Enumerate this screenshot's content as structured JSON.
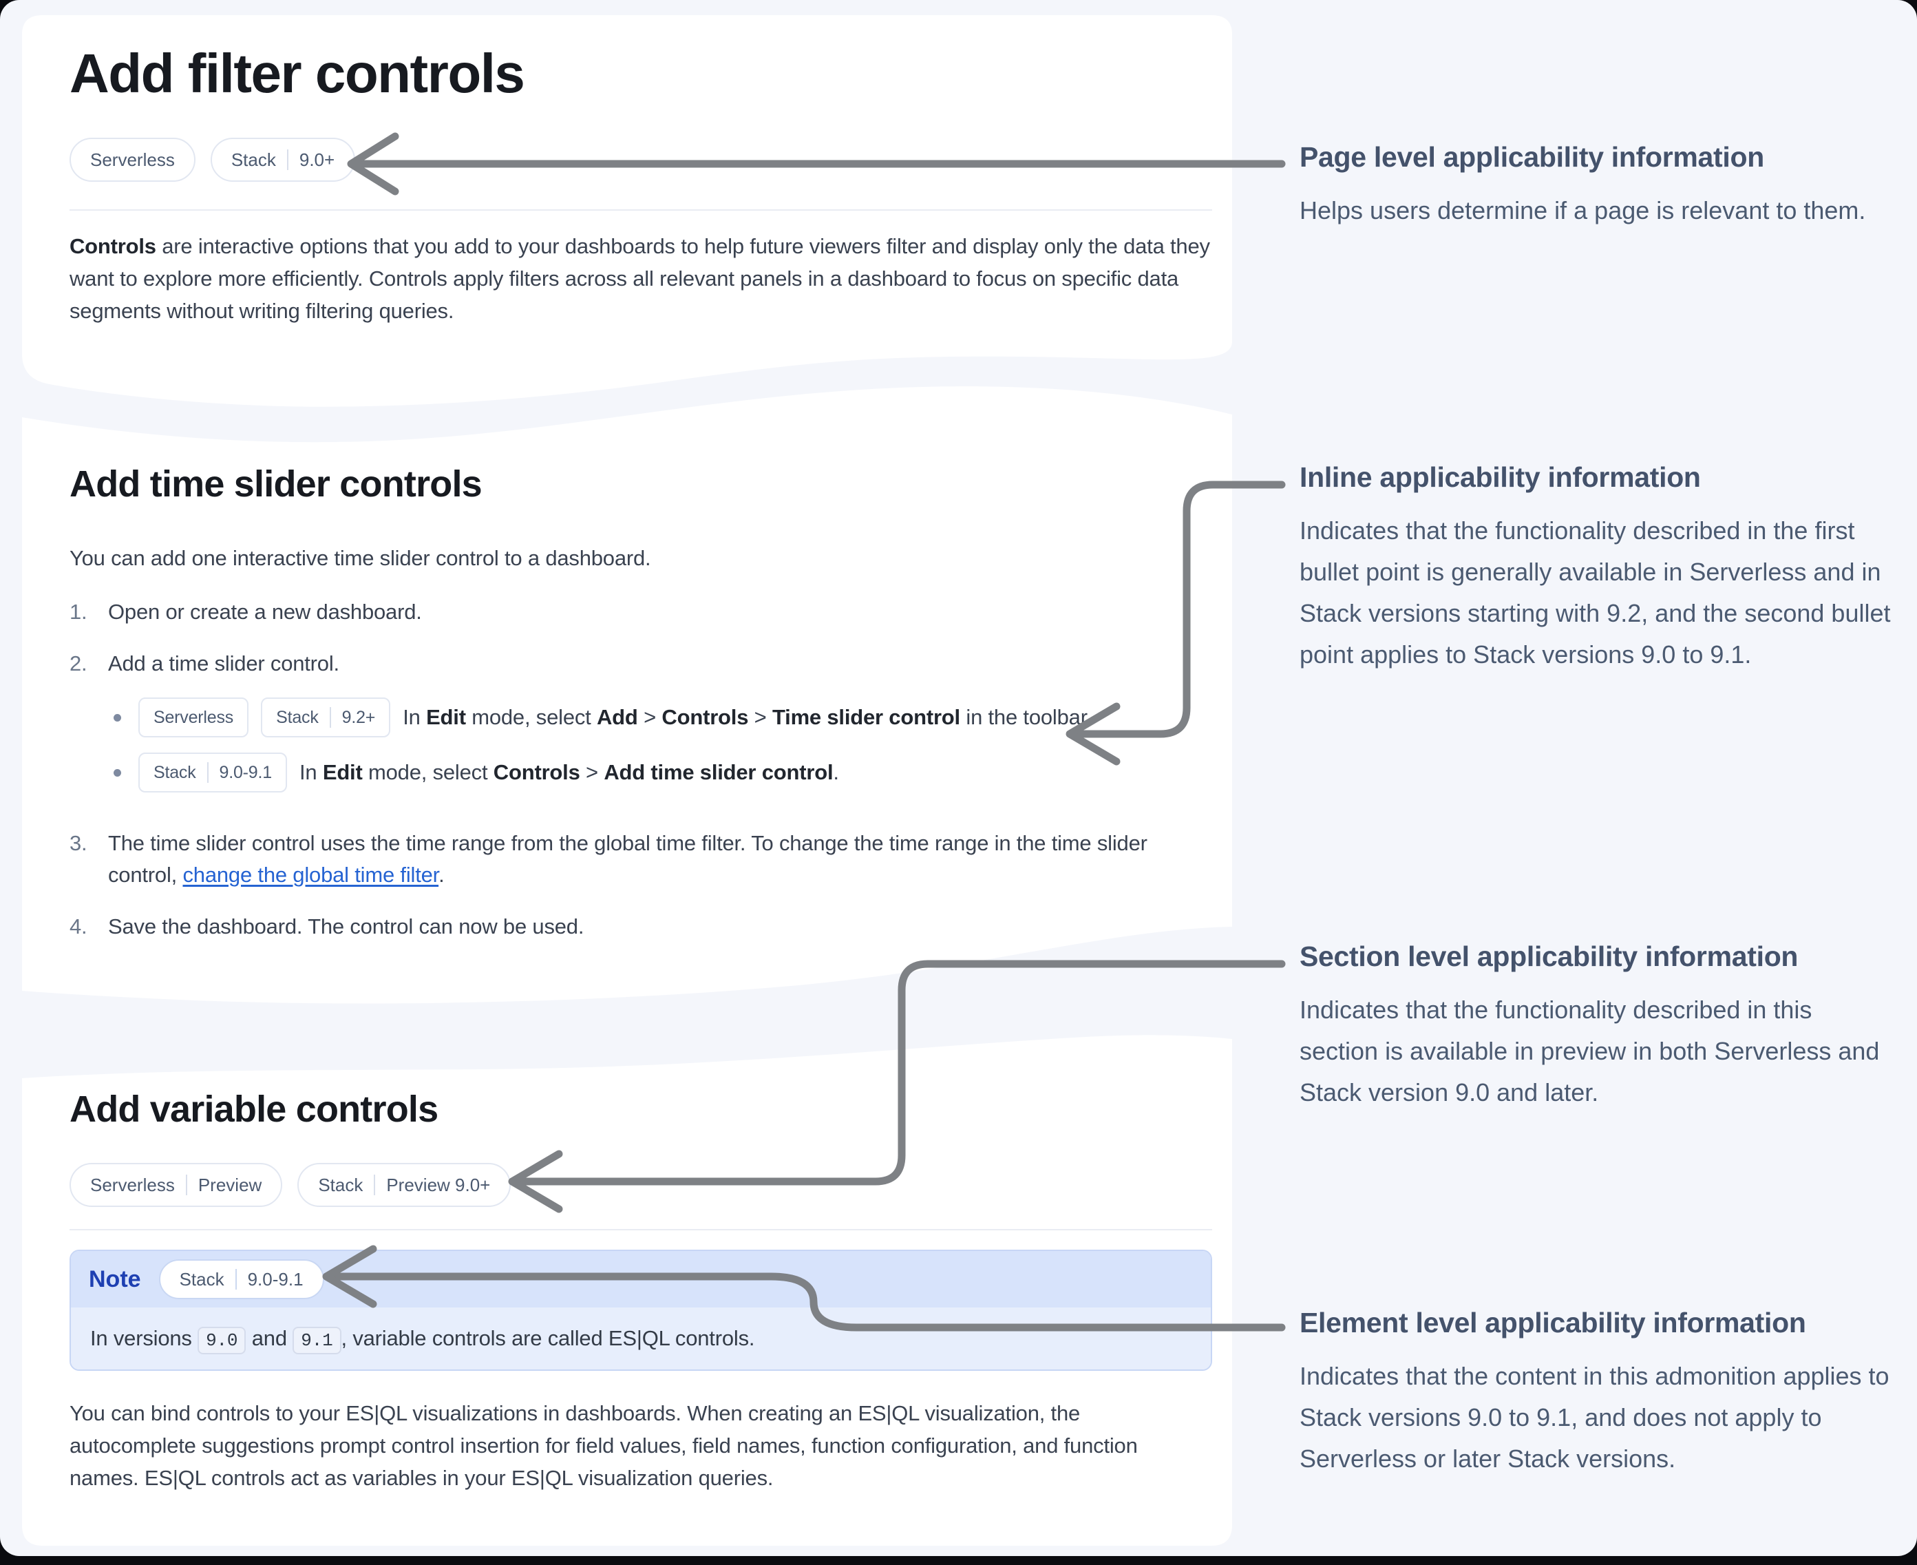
{
  "colors": {
    "page-bg": "#f4f6fb",
    "card-bg": "#ffffff",
    "title": "#171a20",
    "body-text": "#3a4250",
    "badge-text": "#4c5a70",
    "badge-border": "#e2e7f1",
    "link": "#2563d2",
    "note-header-bg": "#d7e3fb",
    "note-body-bg": "#e7eefc",
    "note-title": "#1e40b2",
    "ann-title": "#44526b",
    "ann-body": "#4b5a71",
    "arrow": "#7e8185"
  },
  "cards": {
    "filter": {
      "title": "Add filter controls",
      "badges": [
        [
          "Serverless"
        ],
        [
          "Stack",
          "9.0+"
        ]
      ],
      "paragraph": [
        {
          "b": true,
          "t": "Controls"
        },
        {
          "t": " are interactive options that you add to your dashboards to help future viewers filter and display only the data they want to explore more efficiently. Controls apply filters across all relevant panels in a dashboard to focus on specific data segments without writing filtering queries."
        }
      ]
    },
    "time_slider": {
      "title": "Add time slider controls",
      "intro": "You can add one interactive time slider control to a dashboard.",
      "steps": [
        {
          "num": "1.",
          "segments": [
            {
              "t": "Open or create a new dashboard."
            }
          ]
        },
        {
          "num": "2.",
          "segments": [
            {
              "t": "Add a time slider control."
            }
          ],
          "bullets": [
            {
              "badges": [
                [
                  "Serverless"
                ],
                [
                  "Stack",
                  "9.2+"
                ]
              ],
              "segments": [
                {
                  "t": "In "
                },
                {
                  "b": true,
                  "t": "Edit"
                },
                {
                  "t": " mode, select "
                },
                {
                  "b": true,
                  "t": "Add"
                },
                {
                  "t": " > "
                },
                {
                  "b": true,
                  "t": "Controls"
                },
                {
                  "t": " > "
                },
                {
                  "b": true,
                  "t": "Time slider control"
                },
                {
                  "t": " in the toolbar."
                }
              ]
            },
            {
              "badges": [
                [
                  "Stack",
                  "9.0-9.1"
                ]
              ],
              "segments": [
                {
                  "t": "In "
                },
                {
                  "b": true,
                  "t": "Edit"
                },
                {
                  "t": " mode, select "
                },
                {
                  "b": true,
                  "t": "Controls"
                },
                {
                  "t": " > "
                },
                {
                  "b": true,
                  "t": "Add time slider control"
                },
                {
                  "t": "."
                }
              ]
            }
          ]
        },
        {
          "num": "3.",
          "segments": [
            {
              "t": "The time slider control uses the time range from the global time filter. To change the time range in the time slider control, "
            },
            {
              "link": true,
              "t": "change the global time filter"
            },
            {
              "t": "."
            }
          ]
        },
        {
          "num": "4.",
          "segments": [
            {
              "t": "Save the dashboard. The control can now be used."
            }
          ]
        }
      ]
    },
    "variable": {
      "title": "Add variable controls",
      "badges": [
        [
          "Serverless",
          "Preview"
        ],
        [
          "Stack",
          "Preview 9.0+"
        ]
      ],
      "note": {
        "label": "Note",
        "badge": [
          "Stack",
          "9.0-9.1"
        ],
        "segments": [
          {
            "t": "In versions "
          },
          {
            "code": true,
            "t": "9.0"
          },
          {
            "t": " and "
          },
          {
            "code": true,
            "t": "9.1"
          },
          {
            "t": ", variable controls are called ES|QL controls."
          }
        ]
      },
      "paragraph": [
        {
          "t": "You can bind controls to your ES|QL visualizations in dashboards. When creating an ES|QL visualization, the autocomplete suggestions prompt control insertion for field values, field names, function configuration, and function names. ES|QL controls act as variables in your ES|QL visualization queries."
        }
      ]
    }
  },
  "annotations": [
    {
      "title": "Page level applicability information",
      "body": "Helps users determine if a page is relevant to them."
    },
    {
      "title": "Inline applicability information",
      "body": "Indicates that the functionality described in the first bullet point is generally available in Serverless and in Stack versions starting with 9.2, and the second bullet point applies to Stack versions 9.0 to 9.1."
    },
    {
      "title": "Section level applicability information",
      "body": "Indicates that the functionality described in this section is available in preview in both Serverless and Stack version 9.0 and later."
    },
    {
      "title": "Element level applicability information",
      "body": "Indicates that the content in this admonition applies to Stack versions 9.0 to 9.1, and does not apply to Serverless or later Stack versions."
    }
  ]
}
